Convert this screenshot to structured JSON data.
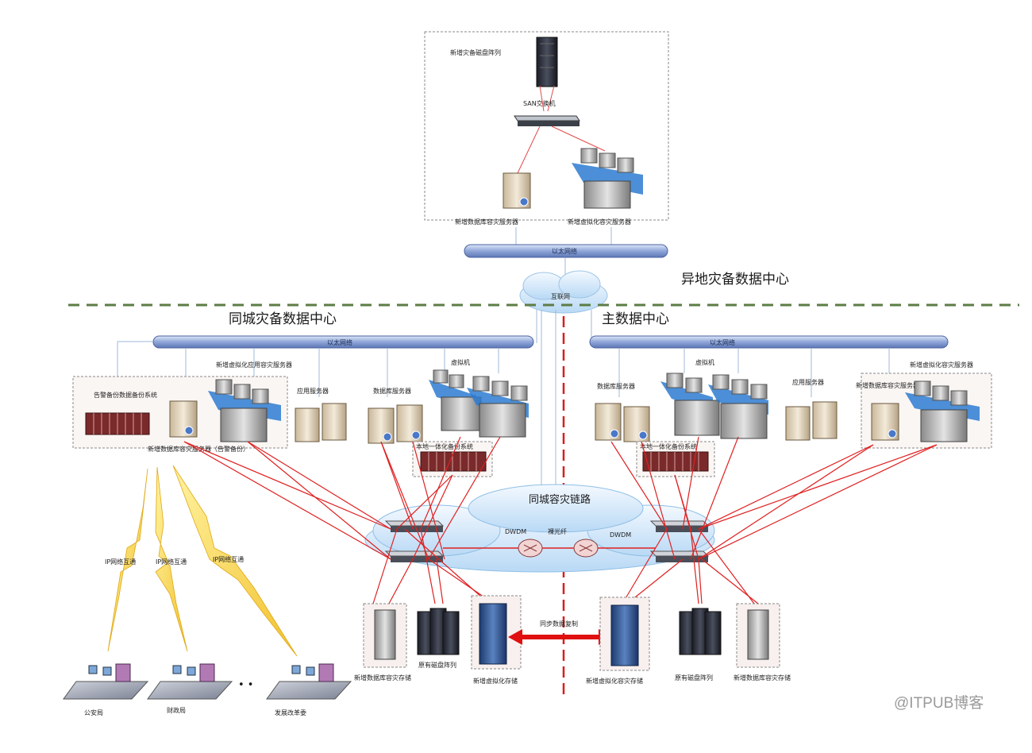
{
  "offsite": {
    "title": "异地灾备数据中心",
    "disk_array": "新增灾备磁盘阵列",
    "san_switch": "SAN交换机",
    "db_server": "新增数据库容灾服务器",
    "virt_server": "新增虚拟化容灾服务器",
    "ethernet": "以太网络",
    "cloud": "互联网"
  },
  "same_city": {
    "title": "同城灾备数据中心",
    "ethernet": "以太网络",
    "archive_system": "告警备份数据备份系统",
    "app_server_new": "新增虚拟化应用容灾服务器",
    "app_server": "应用服务器",
    "db_server": "数据库服务器",
    "vm": "虚拟机",
    "db_dr_server": "新增数据库容灾服务器（告警备份）",
    "local_backup": "本地一体化备份系统",
    "storage_new_db": "新增数据库容灾存储",
    "storage_disk": "原有磁盘阵列",
    "storage_virt": "新增虚拟化存储"
  },
  "main": {
    "title": "主数据中心",
    "ethernet": "以太网络",
    "db_server": "数据库服务器",
    "vm": "虚拟机",
    "app_server": "应用服务器",
    "virt_dr_server": "新增虚拟化容灾服务器",
    "db_dr_server": "新增数据库容灾服务器",
    "local_backup": "本地一体化备份系统",
    "storage_virt": "新增虚拟化容灾存储",
    "storage_disk": "原有磁盘阵列",
    "storage_new_db": "新增数据库容灾存储"
  },
  "links": {
    "dr_link": "同城容灾链路",
    "dwdm_left": "DWDM",
    "dwdm_right": "DWDM",
    "fiber": "裸光纤",
    "sync": "同步数据复制"
  },
  "ip_links": [
    "IP网络互通",
    "IP网络互通",
    "IP网络互通"
  ],
  "branches": [
    "公安局",
    "财政局",
    "发展改革委"
  ],
  "ellipsis": "• •",
  "watermark": "@ITPUB博客"
}
